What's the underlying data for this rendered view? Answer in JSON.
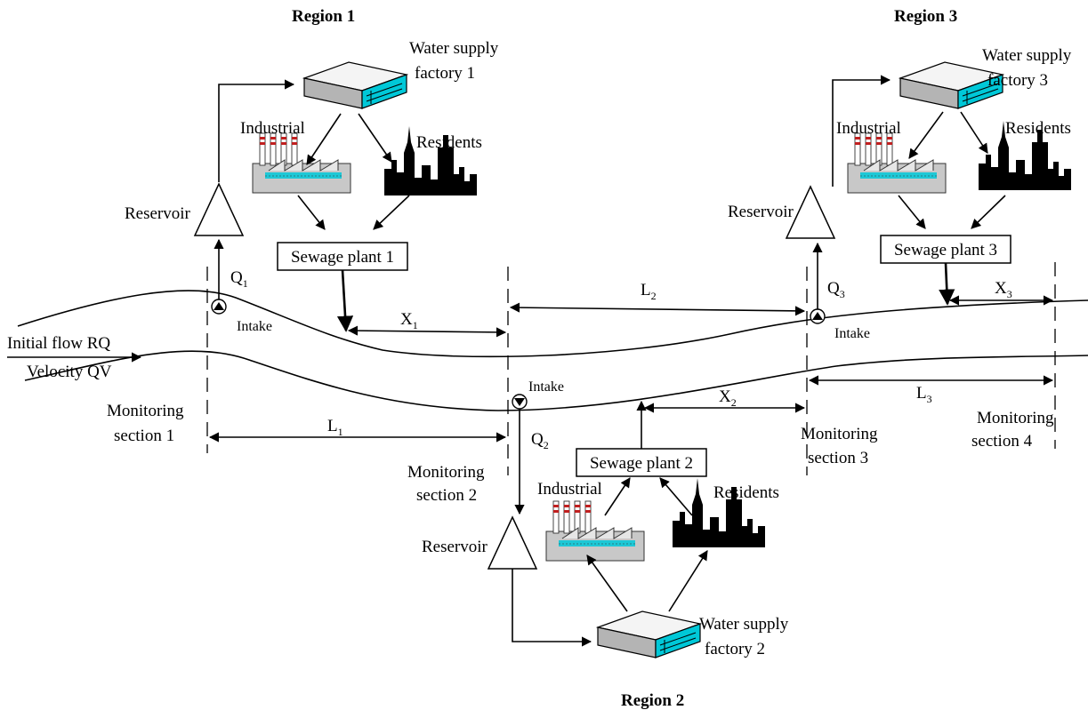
{
  "regions": {
    "r1": "Region 1",
    "r2": "Region 2",
    "r3": "Region 3"
  },
  "factories": {
    "f1_line1": "Water supply",
    "f1_line2": "factory 1",
    "f2_line1": "Water supply",
    "f2_line2": "factory 2",
    "f3_line1": "Water supply",
    "f3_line2": "factory 3"
  },
  "sewage": {
    "s1": "Sewage plant 1",
    "s2": "Sewage plant 2",
    "s3": "Sewage plant 3"
  },
  "labels": {
    "industrial": "Industrial",
    "residents": "Residents",
    "reservoir": "Reservoir",
    "intake": "Intake",
    "initial_flow": "Initial flow RQ",
    "velocity": "Velocity QV",
    "monitoring": "Monitoring",
    "section1": "section 1",
    "section2": "section 2",
    "section3": "section 3",
    "section4": "section 4"
  },
  "symbols": {
    "Q": "Q",
    "L": "L",
    "X": "X",
    "sub1": "1",
    "sub2": "2",
    "sub3": "3"
  },
  "colors": {
    "accent": "#00c8d8"
  }
}
